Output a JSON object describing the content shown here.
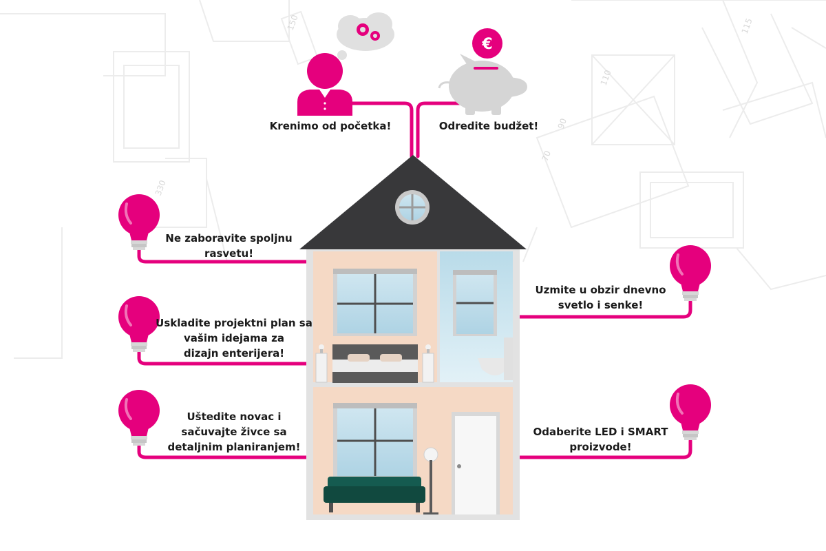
{
  "colors": {
    "accent": "#e5007d",
    "roof": "#3a3a3c",
    "wall": "#f5d8c3",
    "bathroom": "#cfe6f0",
    "house_frame": "#e4e4e4",
    "piggy": "#d3d3d3",
    "sofa": "#145a4f",
    "blueprint_lines": "#e9e9e9"
  },
  "top": {
    "start_label": "Krenimo od početka!",
    "budget_label": "Odredite budžet!",
    "currency_symbol": "€"
  },
  "tips_left": [
    {
      "line1": "Ne zaboravite spoljnu",
      "line2": "rasvetu!",
      "line3": ""
    },
    {
      "line1": "Uskladite projektni plan sa",
      "line2": "vašim idejama za",
      "line3": "dizajn enterijera!"
    },
    {
      "line1": "Uštedite novac i",
      "line2": "sačuvajte živce sa",
      "line3": "detaljnim planiranjem!"
    }
  ],
  "tips_right": [
    {
      "line1": "Uzmite u obzir dnevno",
      "line2": "svetlo i senke!"
    },
    {
      "line1": "Odaberite LED i SMART",
      "line2": "proizvode!"
    }
  ],
  "blueprint_numbers": [
    "150",
    "115",
    "330",
    "70",
    "90",
    "110"
  ]
}
